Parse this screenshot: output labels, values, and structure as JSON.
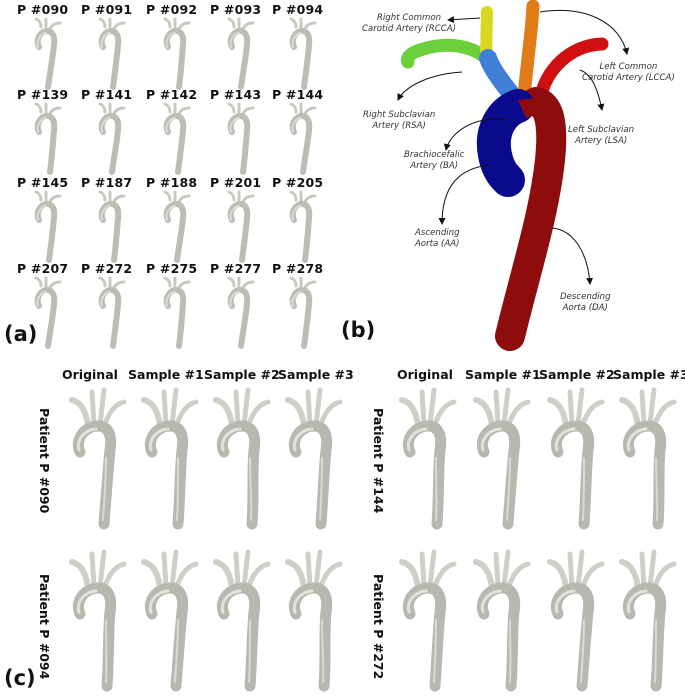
{
  "panel_a": {
    "letter": "(a)",
    "patients": [
      [
        "P #090",
        "P #091",
        "P #092",
        "P #093",
        "P #094"
      ],
      [
        "P #139",
        "P #141",
        "P #142",
        "P #143",
        "P #144"
      ],
      [
        "P #145",
        "P #187",
        "P #188",
        "P #201",
        "P #205"
      ],
      [
        "P #207",
        "P #272",
        "P #275",
        "P #277",
        "P #278"
      ]
    ]
  },
  "panel_b": {
    "letter": "(b)",
    "labels": {
      "rcca": [
        "Right Common",
        "Carotid Artery (RCCA)"
      ],
      "rsa": [
        "Right Subclavian",
        "Artery (RSA)"
      ],
      "ba": [
        "Brachiocefalic",
        "Artery (BA)"
      ],
      "aa": [
        "Ascending",
        "Aorta (AA)"
      ],
      "lcca": [
        "Left Common",
        "Carotid Artery (LCCA)"
      ],
      "lsa": [
        "Left Subclavian",
        "Artery (LSA)"
      ],
      "da": [
        "Descending",
        "Aorta (DA)"
      ]
    },
    "colors": {
      "rcca": "#d8d820",
      "rsa": "#6ccf3c",
      "ba": "#3f7fd6",
      "aa": "#0a0a8c",
      "lcca": "#e07b18",
      "lsa": "#d01010",
      "da": "#8e0c0c"
    }
  },
  "panel_c": {
    "letter": "(c)",
    "columns": [
      "Original",
      "Sample #1",
      "Sample #2",
      "Sample #3"
    ],
    "rows_left": [
      "Patient  P #090",
      "Patient  P #094"
    ],
    "rows_right": [
      "Patient  P #144",
      "Patient  P #272"
    ]
  }
}
